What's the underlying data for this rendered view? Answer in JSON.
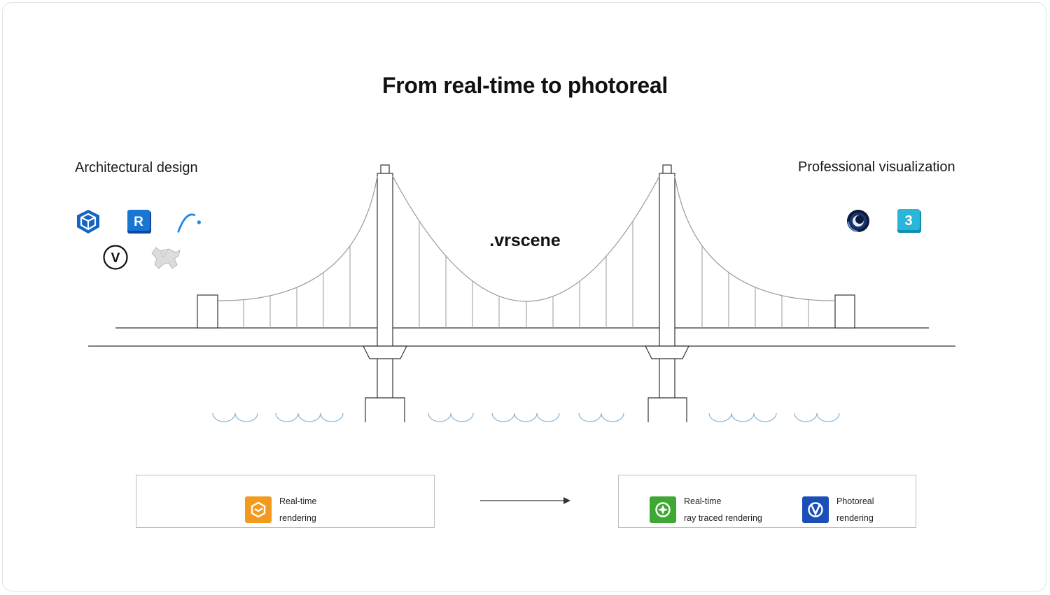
{
  "title": "From real-time to photoreal",
  "center_label": ".vrscene",
  "left_section": {
    "label": "Architectural design",
    "icons": [
      "sketchup-icon",
      "revit-icon",
      "rhino-arc-icon",
      "vectorworks-icon",
      "rhino-icon"
    ],
    "revit_letter": "R",
    "vectorworks_letter": "V"
  },
  "right_section": {
    "label": "Professional visualization",
    "icons": [
      "cinema4d-icon",
      "3dsmax-icon"
    ],
    "max_letter": "3"
  },
  "products": {
    "realtime": {
      "line1": "Real-time",
      "line2": "rendering",
      "color": "#f39a1e"
    },
    "raytraced": {
      "line1": "Real-time",
      "line2": "ray traced rendering",
      "color": "#3ea832"
    },
    "photoreal": {
      "line1": "Photoreal",
      "line2": "rendering",
      "color": "#1b4fb8"
    }
  },
  "colors": {
    "water": "#8db8d8",
    "line": "#333333",
    "cable": "#9a9a9a"
  }
}
